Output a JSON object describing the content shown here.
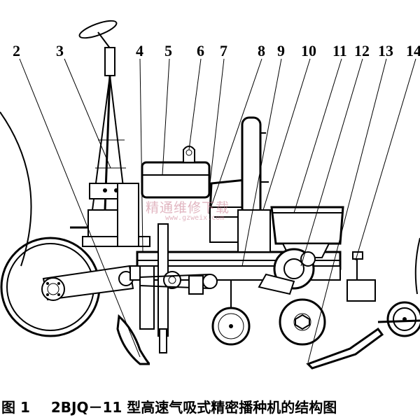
{
  "caption": {
    "figure_number": "图 1",
    "title": "2BJQ－11 型高速气吸式精密播种机的结构图"
  },
  "callouts": [
    "2",
    "3",
    "4",
    "5",
    "6",
    "7",
    "8",
    "9",
    "10",
    "11",
    "12",
    "13",
    "14"
  ],
  "watermark": {
    "text": "精通维修下载",
    "url": "www.gzweix.com"
  }
}
